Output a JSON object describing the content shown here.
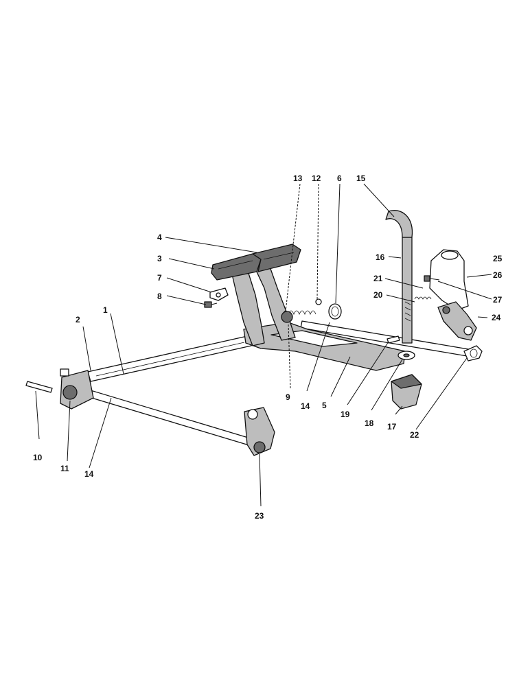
{
  "labels": {
    "l1": "1",
    "l2": "2",
    "l3": "3",
    "l4": "4",
    "l5": "5",
    "l6": "6",
    "l7": "7",
    "l8": "8",
    "l9": "9",
    "l10": "10",
    "l11": "11",
    "l12": "12",
    "l13": "13",
    "l14a": "14",
    "l14b": "14",
    "l15": "15",
    "l16": "16",
    "l17": "17",
    "l18": "18",
    "l19": "19",
    "l20": "20",
    "l21": "21",
    "l22": "22",
    "l23": "23",
    "l24": "24",
    "l25": "25",
    "l26": "26",
    "l27": "27"
  },
  "colors": {
    "ink": "#111111",
    "shade": "#bdbdbd",
    "dark": "#6d6d6d",
    "paper": "#ffffff"
  }
}
